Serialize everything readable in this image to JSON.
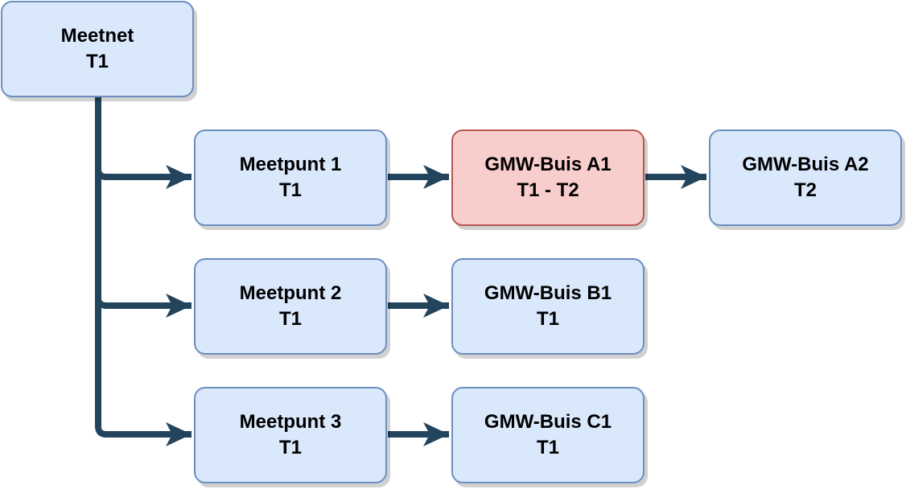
{
  "colors": {
    "node_fill": "#dae8fc",
    "node_border": "#6c8ebf",
    "highlight_fill": "#f8cecc",
    "highlight_border": "#b85450",
    "connector": "#23445d"
  },
  "nodes": [
    {
      "id": "meetnet",
      "title": "Meetnet",
      "period": "T1"
    },
    {
      "id": "meetpunt-1",
      "title": "Meetpunt 1",
      "period": "T1"
    },
    {
      "id": "meetpunt-2",
      "title": "Meetpunt 2",
      "period": "T1"
    },
    {
      "id": "meetpunt-3",
      "title": "Meetpunt 3",
      "period": "T1"
    },
    {
      "id": "gmw-buis-a1",
      "title": "GMW-Buis A1",
      "period": "T1 - T2"
    },
    {
      "id": "gmw-buis-a2",
      "title": "GMW-Buis A2",
      "period": "T2"
    },
    {
      "id": "gmw-buis-b1",
      "title": "GMW-Buis B1",
      "period": "T1"
    },
    {
      "id": "gmw-buis-c1",
      "title": "GMW-Buis C1",
      "period": "T1"
    }
  ],
  "edges": [
    {
      "from": "meetnet",
      "to": "meetpunt-1"
    },
    {
      "from": "meetnet",
      "to": "meetpunt-2"
    },
    {
      "from": "meetnet",
      "to": "meetpunt-3"
    },
    {
      "from": "meetpunt-1",
      "to": "gmw-buis-a1"
    },
    {
      "from": "gmw-buis-a1",
      "to": "gmw-buis-a2"
    },
    {
      "from": "meetpunt-2",
      "to": "gmw-buis-b1"
    },
    {
      "from": "meetpunt-3",
      "to": "gmw-buis-c1"
    }
  ]
}
